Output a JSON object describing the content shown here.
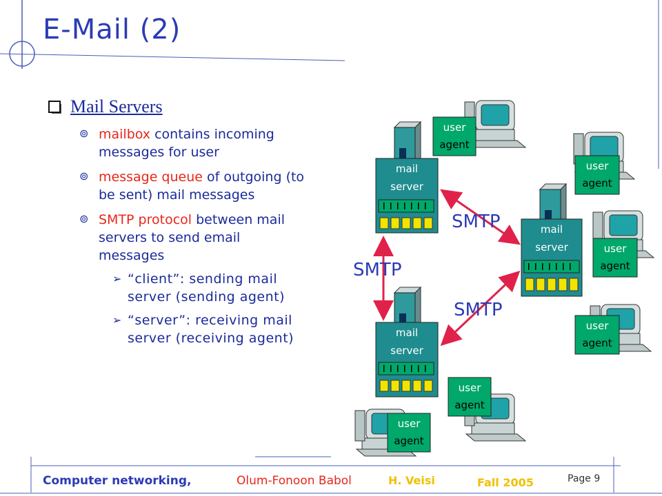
{
  "title": "E-Mail (2)",
  "heading": "Mail Servers",
  "bullets": [
    {
      "highlight": "mailbox",
      "rest": " contains incoming",
      "line2": "messages for user"
    },
    {
      "highlight": "message queue",
      "rest": " of outgoing (to",
      "line2": "be sent) mail messages"
    },
    {
      "highlight": "SMTP protocol",
      "rest": " between mail",
      "line2": "servers to send email",
      "line3": "messages"
    }
  ],
  "subbullets": [
    {
      "line1": "“client”: sending mail",
      "line2": "server (sending agent)"
    },
    {
      "line1": "“server”: receiving mail",
      "line2": "server (receiving agent)"
    }
  ],
  "diagram": {
    "mail_server": [
      "mail",
      "server"
    ],
    "user_agent": [
      "user",
      "agent"
    ],
    "smtp": "SMTP"
  },
  "footer": {
    "course": "Computer networking,",
    "school": "Olum-Fonoon Babol",
    "author": "H. Veisi",
    "term": "Fall 2005",
    "page": "Page 9"
  },
  "colors": {
    "title": "#2b3bb5",
    "text": "#1a2a9a",
    "highlight": "#e8261a",
    "server_teal": "#1f8c8f",
    "arrow": "#e0224a",
    "label_box": "#00a86b"
  }
}
